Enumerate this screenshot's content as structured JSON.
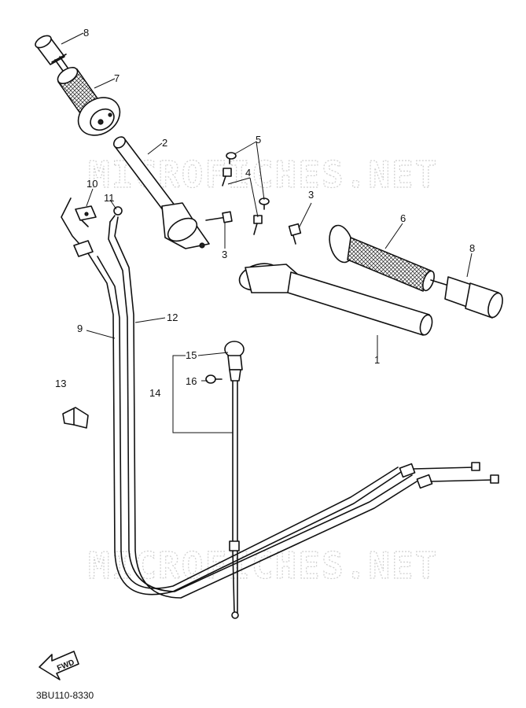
{
  "watermark": "MICROFICHES.NET",
  "diagram_code": "3BU110-8330",
  "fwd_label": "FWD",
  "callouts": {
    "c1": "1",
    "c2": "2",
    "c3a": "3",
    "c3b": "3",
    "c4": "4",
    "c5": "5",
    "c6": "6",
    "c7": "7",
    "c8a": "8",
    "c8b": "8",
    "c9": "9",
    "c10": "10",
    "c11": "11",
    "c12": "12",
    "c13": "13",
    "c14": "14",
    "c15": "15",
    "c16": "16"
  }
}
